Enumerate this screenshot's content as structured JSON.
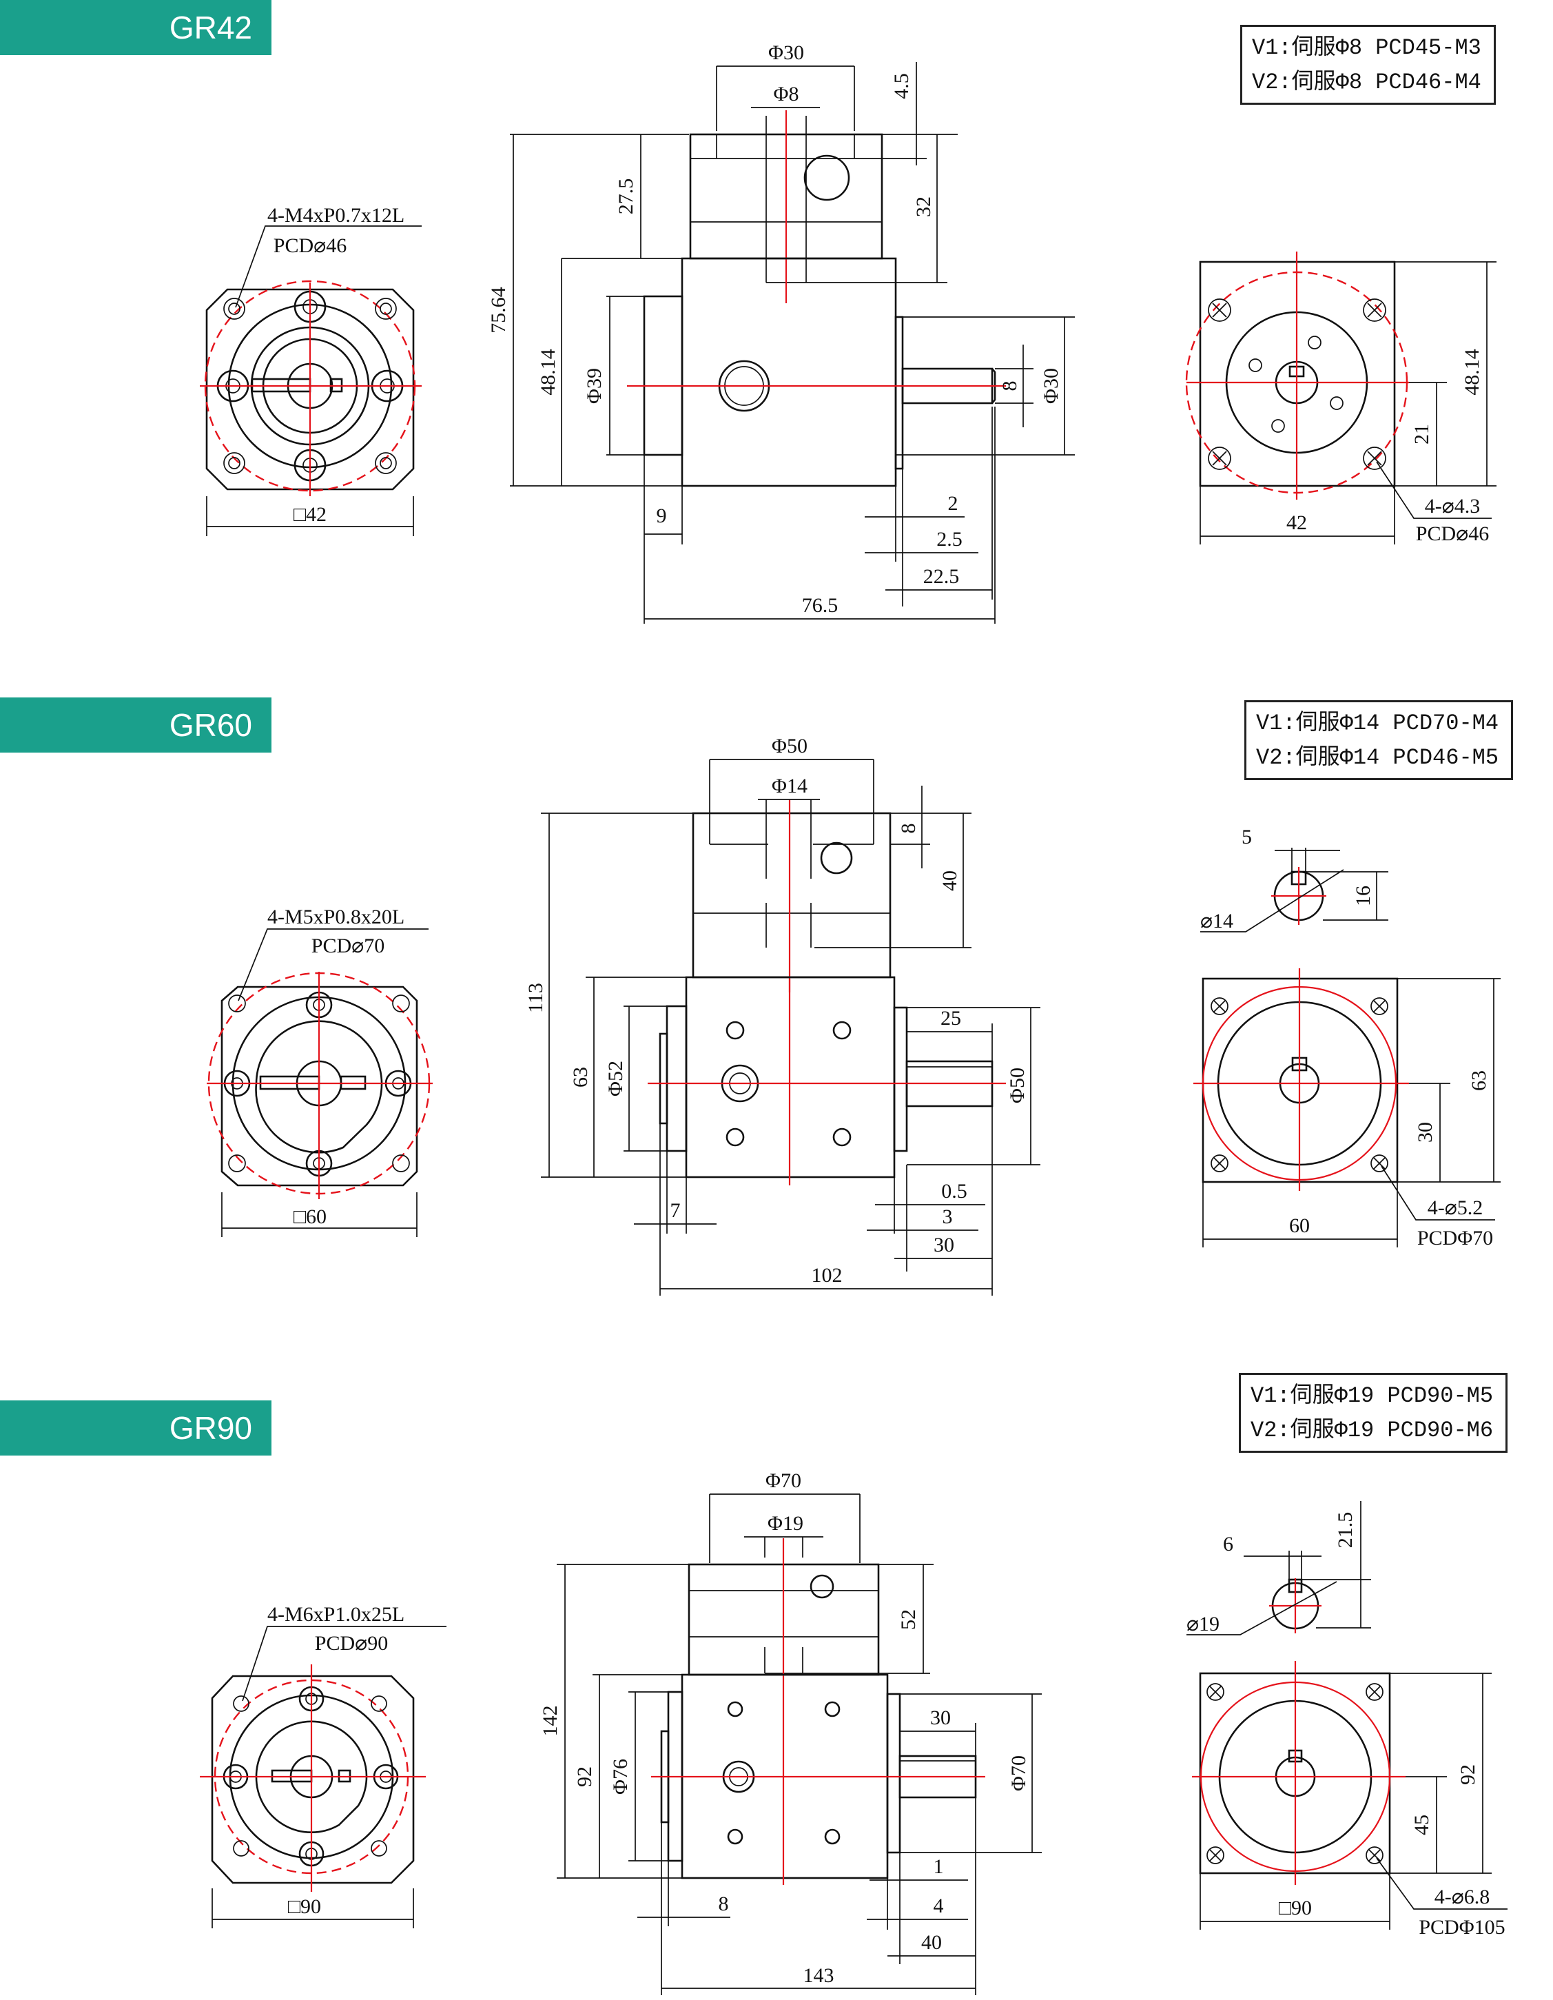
{
  "colors": {
    "tag_bg": "#1aa08c",
    "tag_text": "#ffffff",
    "line": "#111111",
    "centerline": "#e5131b"
  },
  "sections": [
    {
      "tag": "GR42",
      "spec": [
        "V1:伺服Φ8 PCD45-M3",
        "V2:伺服Φ8 PCD46-M4"
      ],
      "front": {
        "callout_1": "4-M4xP0.7x12L",
        "callout_2": "PCD⌀46",
        "size": "□42"
      },
      "side": {
        "dia_top": "Φ30",
        "dia_shaft": "Φ8",
        "dim_top_gap": "4.5",
        "dim_top_len": "32",
        "dim_upper": "27.5",
        "dim_total_h": "75.64",
        "dim_body_h": "48.14",
        "dim_pilot": "Φ39",
        "dim_out_shaft": "8",
        "dim_out_pilot": "Φ30",
        "dim_flange": "9",
        "dim_step1": "2",
        "dim_step2": "2.5",
        "dim_shaft_len": "22.5",
        "dim_total_len": "76.5"
      },
      "rear": {
        "height": "48.14",
        "center": "21",
        "width": "42",
        "hole": "4-⌀4.3",
        "pcd": "PCD⌀46"
      }
    },
    {
      "tag": "GR60",
      "spec": [
        "V1:伺服Φ14 PCD70-M4",
        "V2:伺服Φ14 PCD46-M5"
      ],
      "front": {
        "callout_1": "4-M5xP0.8x20L",
        "callout_2": "PCD⌀70",
        "size": "□60"
      },
      "side": {
        "dia_top": "Φ50",
        "dia_shaft": "Φ14",
        "dim_top_gap": "8",
        "dim_top_len": "40",
        "dim_total_h": "113",
        "dim_body_h": "63",
        "dim_pilot": "Φ52",
        "dim_key": "25",
        "dim_out_pilot": "Φ50",
        "dim_flange": "7",
        "dim_step1": "0.5",
        "dim_step2": "3",
        "dim_shaft_len": "30",
        "dim_total_len": "102"
      },
      "key": {
        "width": "5",
        "height": "16",
        "dia": "⌀14"
      },
      "rear": {
        "height": "63",
        "center": "30",
        "width": "60",
        "hole": "4-⌀5.2",
        "pcd": "PCDΦ70"
      }
    },
    {
      "tag": "GR90",
      "spec": [
        "V1:伺服Φ19 PCD90-M5",
        "V2:伺服Φ19 PCD90-M6"
      ],
      "front": {
        "callout_1": "4-M6xP1.0x25L",
        "callout_2": "PCD⌀90",
        "size": "□90"
      },
      "side": {
        "dia_top": "Φ70",
        "dia_shaft": "Φ19",
        "dim_top_len": "52",
        "dim_total_h": "142",
        "dim_body_h": "92",
        "dim_pilot": "Φ76",
        "dim_key": "30",
        "dim_out_pilot": "Φ70",
        "dim_flange": "8",
        "dim_step1": "1",
        "dim_step2": "4",
        "dim_shaft_len": "40",
        "dim_total_len": "143"
      },
      "key": {
        "width": "6",
        "height": "21.5",
        "dia": "⌀19"
      },
      "rear": {
        "height": "92",
        "center": "45",
        "width": "□90",
        "hole": "4-⌀6.8",
        "pcd": "PCDΦ105"
      }
    }
  ]
}
